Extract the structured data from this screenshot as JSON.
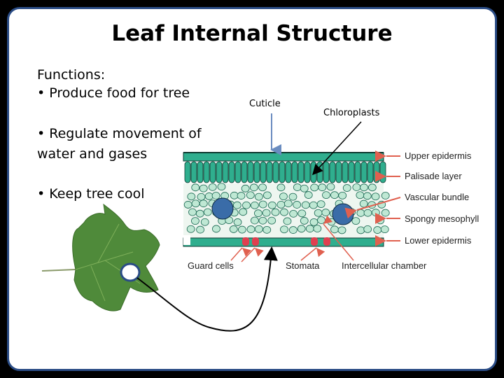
{
  "title": "Leaf Internal Structure",
  "functions": {
    "heading": "Functions:",
    "item1": "• Produce food for tree",
    "item2_line1": "• Regulate movement of",
    "item2_line2": "water and gases",
    "item3": "• Keep tree cool"
  },
  "callouts": {
    "cuticle": "Cuticle",
    "chloroplasts": "Chloroplasts"
  },
  "diagram_labels": {
    "upper_epidermis": "Upper epidermis",
    "palisade_layer": "Palisade layer",
    "vascular_bundle": "Vascular bundle",
    "spongy_mesophyll": "Spongy mesophyll",
    "lower_epidermis": "Lower epidermis",
    "guard_cells": "Guard cells",
    "stomata": "Stomata",
    "intercellular_chamber": "Intercellular chamber"
  },
  "colors": {
    "frame": "#2a4c86",
    "cell_green": "#2fae8e",
    "spongy_fill": "#bfe8d4",
    "arrow_red": "#e0604f",
    "guard_red": "#e04050"
  }
}
